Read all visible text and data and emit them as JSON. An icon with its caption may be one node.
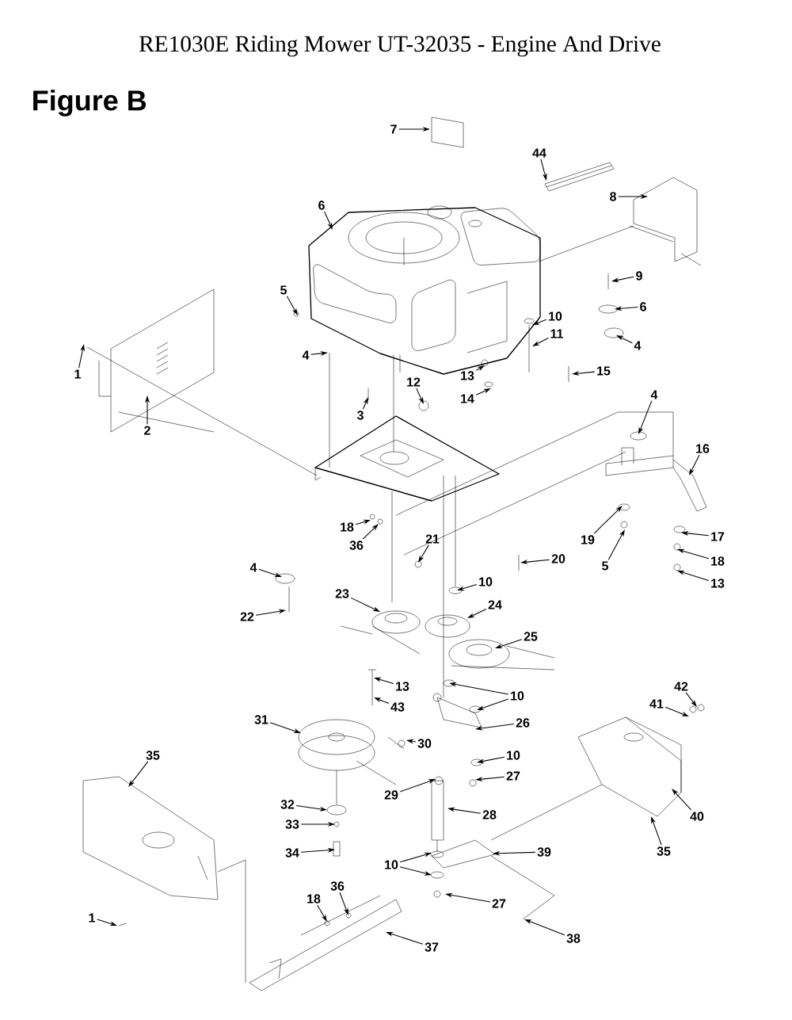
{
  "diagram": {
    "title": "RE1030E Riding Mower UT-32035 - Engine And Drive",
    "labels": [
      "Figure B"
    ],
    "nodes": [
      {
        "text": [
          "7"
        ]
      },
      {
        "text": [
          "44"
        ]
      },
      {
        "text": [
          "8"
        ]
      },
      {
        "text": [
          "6"
        ]
      },
      {
        "text": [
          "9"
        ]
      },
      {
        "text": [
          "5"
        ]
      },
      {
        "text": [
          "6"
        ]
      },
      {
        "text": [
          "10"
        ]
      },
      {
        "text": [
          "11"
        ]
      },
      {
        "text": [
          "1"
        ]
      },
      {
        "text": [
          "4"
        ]
      },
      {
        "text": [
          "4"
        ]
      },
      {
        "text": [
          "13"
        ]
      },
      {
        "text": [
          "15"
        ]
      },
      {
        "text": [
          "12"
        ]
      },
      {
        "text": [
          "14"
        ]
      },
      {
        "text": [
          "3"
        ]
      },
      {
        "text": [
          "2"
        ]
      },
      {
        "text": [
          "4"
        ]
      },
      {
        "text": [
          "16"
        ]
      },
      {
        "text": [
          "18"
        ]
      },
      {
        "text": [
          "36"
        ]
      },
      {
        "text": [
          "19"
        ]
      },
      {
        "text": [
          "17"
        ]
      },
      {
        "text": [
          "21"
        ]
      },
      {
        "text": [
          "18"
        ]
      },
      {
        "text": [
          "5"
        ]
      },
      {
        "text": [
          "20"
        ]
      },
      {
        "text": [
          "4"
        ]
      },
      {
        "text": [
          "13"
        ]
      },
      {
        "text": [
          "10"
        ]
      },
      {
        "text": [
          "22"
        ]
      },
      {
        "text": [
          "23"
        ]
      },
      {
        "text": [
          "24"
        ]
      },
      {
        "text": [
          "25"
        ]
      },
      {
        "text": [
          "13"
        ]
      },
      {
        "text": [
          "10"
        ]
      },
      {
        "text": [
          "43"
        ]
      },
      {
        "text": [
          "31"
        ]
      },
      {
        "text": [
          "26"
        ]
      },
      {
        "text": [
          "10"
        ]
      },
      {
        "text": [
          "30"
        ]
      },
      {
        "text": [
          "29"
        ]
      },
      {
        "text": [
          "27"
        ]
      },
      {
        "text": [
          "35"
        ]
      },
      {
        "text": [
          "42"
        ]
      },
      {
        "text": [
          "41"
        ]
      },
      {
        "text": [
          "28"
        ]
      },
      {
        "text": [
          "32"
        ]
      },
      {
        "text": [
          "33"
        ]
      },
      {
        "text": [
          "40"
        ]
      },
      {
        "text": [
          "34"
        ]
      },
      {
        "text": [
          "35"
        ]
      },
      {
        "text": [
          "39"
        ]
      },
      {
        "text": [
          "10"
        ]
      },
      {
        "text": [
          "27"
        ]
      },
      {
        "text": [
          "36"
        ]
      },
      {
        "text": [
          "18"
        ]
      },
      {
        "text": [
          "1"
        ]
      },
      {
        "text": [
          "37"
        ]
      },
      {
        "text": [
          "38"
        ]
      }
    ],
    "edges": [
      {
        "from": 0,
        "to": null,
        "arrow": "to"
      },
      {
        "from": 1,
        "to": null,
        "arrow": "to"
      },
      {
        "from": 2,
        "to": null,
        "arrow": "to"
      },
      {
        "from": 3,
        "to": null,
        "arrow": "to"
      },
      {
        "from": 4,
        "to": null,
        "arrow": "to"
      },
      {
        "from": 5,
        "to": null,
        "arrow": "to"
      },
      {
        "from": 6,
        "to": null,
        "arrow": "to"
      },
      {
        "from": 7,
        "to": null,
        "arrow": "to"
      },
      {
        "from": 8,
        "to": null,
        "arrow": "to"
      },
      {
        "from": 9,
        "to": null,
        "arrow": "to"
      },
      {
        "from": 10,
        "to": null,
        "arrow": "to"
      },
      {
        "from": 11,
        "to": null,
        "arrow": "to"
      },
      {
        "from": 12,
        "to": null,
        "arrow": "to"
      },
      {
        "from": 13,
        "to": null,
        "arrow": "to"
      },
      {
        "from": 14,
        "to": null,
        "arrow": "to"
      },
      {
        "from": 15,
        "to": null,
        "arrow": "to"
      },
      {
        "from": 16,
        "to": null,
        "arrow": "to"
      },
      {
        "from": 17,
        "to": null,
        "arrow": "to"
      },
      {
        "from": 18,
        "to": null,
        "arrow": "to"
      },
      {
        "from": 19,
        "to": null,
        "arrow": "to"
      },
      {
        "from": 20,
        "to": null,
        "arrow": "to"
      },
      {
        "from": 21,
        "to": null,
        "arrow": "to"
      },
      {
        "from": 22,
        "to": null,
        "arrow": "to"
      },
      {
        "from": 23,
        "to": null,
        "arrow": "to"
      },
      {
        "from": 24,
        "to": null,
        "arrow": "to"
      },
      {
        "from": 25,
        "to": null,
        "arrow": "to"
      },
      {
        "from": 26,
        "to": null,
        "arrow": "to"
      },
      {
        "from": 27,
        "to": null,
        "arrow": "to"
      },
      {
        "from": 28,
        "to": null,
        "arrow": "to"
      },
      {
        "from": 29,
        "to": null,
        "arrow": "to"
      },
      {
        "from": 30,
        "to": null,
        "arrow": "to"
      },
      {
        "from": 31,
        "to": null,
        "arrow": "to"
      },
      {
        "from": 32,
        "to": null,
        "arrow": "to"
      },
      {
        "from": 33,
        "to": null,
        "arrow": "to"
      },
      {
        "from": 34,
        "to": null,
        "arrow": "to"
      },
      {
        "from": 35,
        "to": null,
        "arrow": "to"
      },
      {
        "from": 36,
        "to": null,
        "arrow": "to"
      },
      {
        "from": 36,
        "to": null,
        "arrow": "to"
      },
      {
        "from": 37,
        "to": null,
        "arrow": "to"
      },
      {
        "from": 38,
        "to": null,
        "arrow": "to"
      },
      {
        "from": 39,
        "to": null,
        "arrow": "to"
      },
      {
        "from": 40,
        "to": null,
        "arrow": "to"
      },
      {
        "from": 41,
        "to": null,
        "arrow": "to"
      },
      {
        "from": 42,
        "to": null,
        "arrow": "to"
      },
      {
        "from": 43,
        "to": null,
        "arrow": "to"
      },
      {
        "from": 44,
        "to": null,
        "arrow": "to"
      },
      {
        "from": 45,
        "to": null,
        "arrow": "to"
      },
      {
        "from": 46,
        "to": null,
        "arrow": "to"
      },
      {
        "from": 47,
        "to": null,
        "arrow": "to"
      },
      {
        "from": 48,
        "to": null,
        "arrow": "to"
      },
      {
        "from": 49,
        "to": null,
        "arrow": "to"
      },
      {
        "from": 50,
        "to": null,
        "arrow": "to"
      },
      {
        "from": 51,
        "to": null,
        "arrow": "to"
      },
      {
        "from": 52,
        "to": null,
        "arrow": "to"
      },
      {
        "from": 53,
        "to": null,
        "arrow": "to"
      },
      {
        "from": 54,
        "to": null,
        "arrow": "to"
      },
      {
        "from": 54,
        "to": null,
        "arrow": "to"
      },
      {
        "from": 55,
        "to": null,
        "arrow": "to"
      },
      {
        "from": 56,
        "to": null,
        "arrow": "to"
      },
      {
        "from": 57,
        "to": null,
        "arrow": "to"
      },
      {
        "from": 58,
        "to": null,
        "arrow": "to"
      },
      {
        "from": 59,
        "to": null,
        "arrow": "to"
      },
      {
        "from": 60,
        "to": null,
        "arrow": "to"
      }
    ]
  }
}
